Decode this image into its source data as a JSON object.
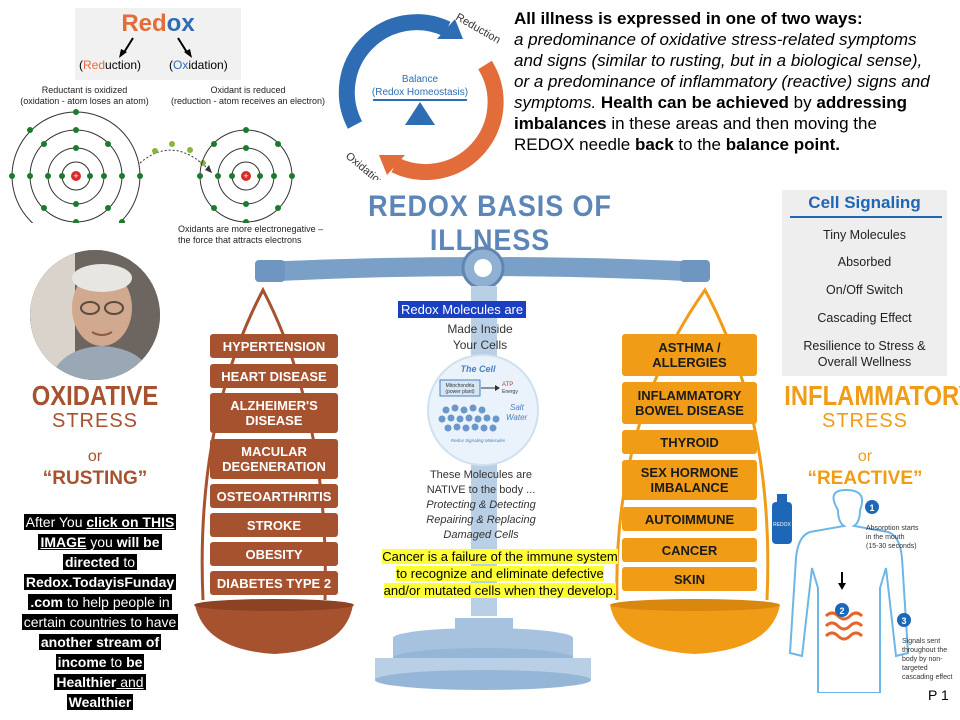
{
  "redox_box": {
    "word_red": "Red",
    "word_blue": "ox",
    "reduction_prefix": "(",
    "reduction_red": "Red",
    "reduction_rest": "uction)",
    "oxidation_prefix": "(",
    "oxidation_blue": "Ox",
    "oxidation_rest": "idation)"
  },
  "atom_diagram": {
    "reductant_line1": "Reductant is oxidized",
    "reductant_line2": "(oxidation - atom loses an atom)",
    "oxidant_line1": "Oxidant is reduced",
    "oxidant_line2": "(reduction - atom receives an electron)",
    "electronegative_line1": "Oxidants are more electronegative –",
    "electronegative_line2": "the force that attracts electrons"
  },
  "cycle": {
    "reduction": "Reduction",
    "oxidation": "Oxidation",
    "balance": "Balance",
    "homeostasis": "(Redox Homeostasis)"
  },
  "main_text": {
    "p1_bold": "All illness is expressed in one of two ways:",
    "p1_italic": "a predominance of oxidative stress-related symptoms and signs (similar to rusting, but in a biological sense), or a predominance of inflammatory (reactive) signs and symptoms.",
    "p2_bold_a": "Health can be achieved",
    "p2_by": " by ",
    "p2_bold_b": "addressing imbalances",
    "p2_mid": " in these areas and then moving the REDOX needle ",
    "p2_bold_c": "back",
    "p2_to": " to the ",
    "p2_bold_d": "balance point."
  },
  "title": "REDOX BASIS OF ILLNESS",
  "cell_signaling": {
    "title": "Cell Signaling",
    "items": [
      "Tiny Molecules",
      "Absorbed",
      "On/Off Switch",
      "Cascading Effect",
      "Resilience to Stress &",
      "Overall Wellness"
    ]
  },
  "left_labels": {
    "oxidative": "OXIDATIVE",
    "stress": "STRESS",
    "or": "or",
    "rusting": "“RUSTING”"
  },
  "right_labels": {
    "inflammatory": "INFLAMMATORY",
    "stress": "STRESS",
    "or": "or",
    "reactive": "“REACTIVE”"
  },
  "promo": {
    "l1a": "After You ",
    "l1b": "click on THIS",
    "l2a": "IMAGE",
    "l2b": " you ",
    "l2c": "will be",
    "l3a": "directed",
    "l3b": " to",
    "l4": "Redox.TodayisFunday",
    "l5a": ".com",
    "l5b": " to help people in",
    "l6": "certain countries to have",
    "l7": "another stream of",
    "l8a": "income",
    "l8b": " to ",
    "l8c": "be",
    "l9": "Healthier",
    "l9b": " and",
    "l10": "Wealthier"
  },
  "oxidative_conditions": [
    "HYPERTENSION",
    "HEART DISEASE",
    "ALZHEIMER'S DISEASE",
    "MACULAR DEGENERATION",
    "OSTEOARTHRITIS",
    "STROKE",
    "OBESITY",
    "DIABETES TYPE 2"
  ],
  "inflammatory_conditions": [
    "ASTHMA / ALLERGIES",
    "INFLAMMATORY BOWEL DISEASE",
    "THYROID",
    "SEX HORMONE IMBALANCE",
    "AUTOIMMUNE",
    "CANCER",
    "SKIN"
  ],
  "center": {
    "redox_molecules": "Redox Molecules are",
    "made_inside_1": "Made Inside",
    "made_inside_2": "Your Cells",
    "cell_title": "The Cell",
    "mito_1": "Mitochondria",
    "mito_2": "(power plant)",
    "atp_1": "ATP",
    "atp_2": "Energy",
    "salt_1": "Salt",
    "salt_2": "Water",
    "signaling_mol": "Redox Signaling Molecules",
    "native_1": "These Molecules are",
    "native_2": "NATIVE to the body ...",
    "native_3": "Protecting & Detecting",
    "native_4": "Repairing & Replacing",
    "native_5": "Damaged Cells"
  },
  "cancer_note": {
    "l1": "Cancer is a failure of the immune system",
    "l2": "to recognize and eliminate defective",
    "l3": "and/or mutated cells when they develop."
  },
  "body_diagram": {
    "step1": "1",
    "step1_text_1": "Absorption starts",
    "step1_text_2": "in the mouth",
    "step1_text_3": "(15-30 seconds)",
    "step2": "2",
    "step3": "3",
    "step3_text_1": "Signals sent",
    "step3_text_2": "throughout the",
    "step3_text_3": "body by non-",
    "step3_text_4": "targeted",
    "step3_text_5": "cascading effect",
    "bottle_label": "REDOX"
  },
  "page_number": "P 1",
  "colors": {
    "oxidative": "#a6522f",
    "inflammatory": "#f09c17",
    "title_blue": "#5d86b8",
    "cycle_blue": "#2e6db4",
    "cycle_orange": "#e26d3a"
  }
}
